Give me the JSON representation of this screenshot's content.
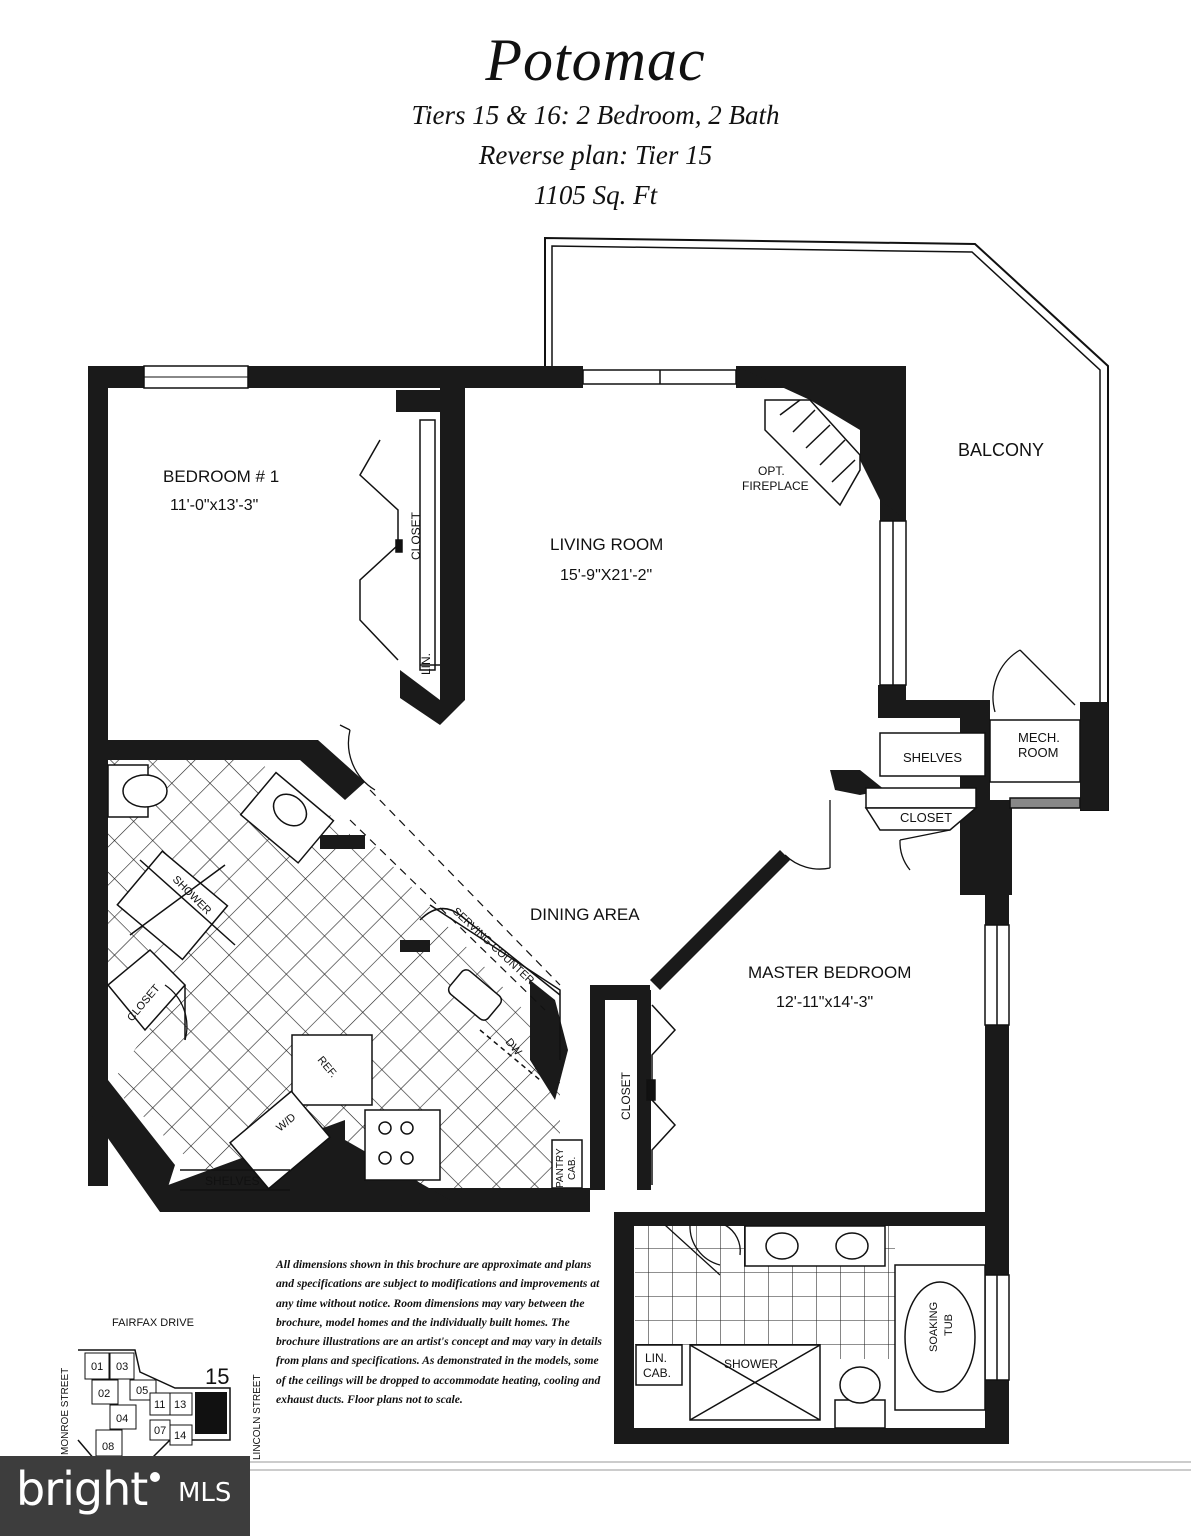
{
  "header": {
    "title": "Potomac",
    "line1": "Tiers 15 & 16: 2 Bedroom, 2 Bath",
    "line2": "Reverse plan: Tier 15",
    "line3": "1105 Sq. Ft"
  },
  "rooms": {
    "bedroom1": {
      "name": "BEDROOM # 1",
      "dims": "11'-0\"x13'-3\""
    },
    "living": {
      "name": "LIVING ROOM",
      "dims": "15'-9\"X21'-2\""
    },
    "balcony": "BALCONY",
    "fireplace": [
      "OPT.",
      "FIREPLACE"
    ],
    "mech": [
      "MECH.",
      "ROOM"
    ],
    "dining": "DINING AREA",
    "master": {
      "name": "MASTER BEDROOM",
      "dims": "12'-11\"x14'-3\""
    },
    "closet": "CLOSET",
    "lin": "LIN.",
    "shelves": "SHELVES",
    "shower": "SHOWER",
    "serving_counter": "SERVING COUNTER",
    "dw": "DW",
    "ref": "REF.",
    "wd": "W/D",
    "pantry": [
      "PANTRY",
      "CAB."
    ],
    "lin_cab": [
      "LIN.",
      "CAB."
    ],
    "soaking_tub": [
      "SOAKING",
      "TUB"
    ]
  },
  "disclaimer": "All dimensions shown in this brochure are approximate and plans and specifications are subject to modifications and improvements at any time without notice. Room dimensions may vary between the brochure, model homes and the individually built homes. The brochure illustrations are an artist's concept and may vary in details from plans and specifications. As demonstrated in the models, some of the ceilings will be dropped to accommodate heating, cooling and exhaust ducts. Floor plans not to scale.",
  "keyplan": {
    "street_top": "FAIRFAX DRIVE",
    "street_left": "MONROE STREET",
    "street_right": "LINCOLN STREET",
    "tier": "15",
    "units": [
      "01",
      "02",
      "03",
      "04",
      "05",
      "07",
      "08",
      "11",
      "13",
      "14"
    ]
  },
  "watermark": {
    "brand": "bright",
    "suffix": "MLS"
  }
}
